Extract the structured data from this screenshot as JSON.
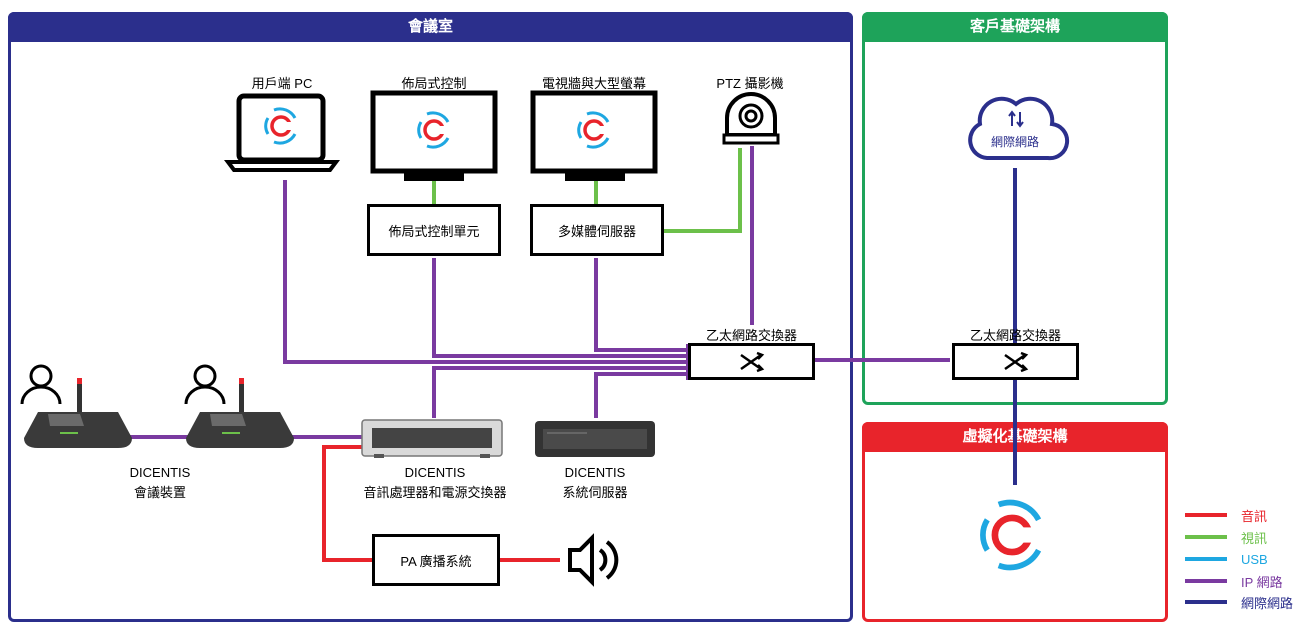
{
  "panels": {
    "meeting_room": {
      "title": "會議室",
      "color": "#2b2f8c"
    },
    "customer_infra": {
      "title": "客戶基礎架構",
      "color": "#1ea35a"
    },
    "virtual_infra": {
      "title": "虛擬化基礎架構",
      "color": "#e8242b"
    }
  },
  "devices": {
    "user_pc": "用戶端 PC",
    "layout_control": "佈局式控制",
    "video_wall": "電視牆與大型螢幕",
    "ptz_camera": "PTZ 攝影機",
    "internet": "網際網路",
    "dicentis_devices_line1": "DICENTIS",
    "dicentis_devices_line2": "會議裝置",
    "audio_processor_line1": "DICENTIS",
    "audio_processor_line2": "音訊處理器和電源交換器",
    "system_server_line1": "DICENTIS",
    "system_server_line2": "系統伺服器"
  },
  "boxes": {
    "layout_control_unit": "佈局式控制單元",
    "multimedia_server": "多媒體伺服器",
    "ethernet_switch_left": "乙太網路交換器",
    "ethernet_switch_right": "乙太網路交換器",
    "pa_system": "PA 廣播系統"
  },
  "legend": [
    {
      "label": "音訊",
      "color": "#e8242b"
    },
    {
      "label": "視訊",
      "color": "#6cc04a"
    },
    {
      "label": "USB",
      "color": "#1ea7e1"
    },
    {
      "label": "IP 網路",
      "color": "#7a3aa0"
    },
    {
      "label": "網際網路",
      "color": "#2b2f8c"
    }
  ],
  "icons": {
    "monitor": "monitor-icon",
    "laptop": "laptop-icon",
    "camera": "camera-icon",
    "cloud": "cloud-icon",
    "switch": "shuffle-icon",
    "speaker": "speaker-icon",
    "person": "person-icon",
    "dicentis_logo": "dicentis-logo-icon"
  }
}
